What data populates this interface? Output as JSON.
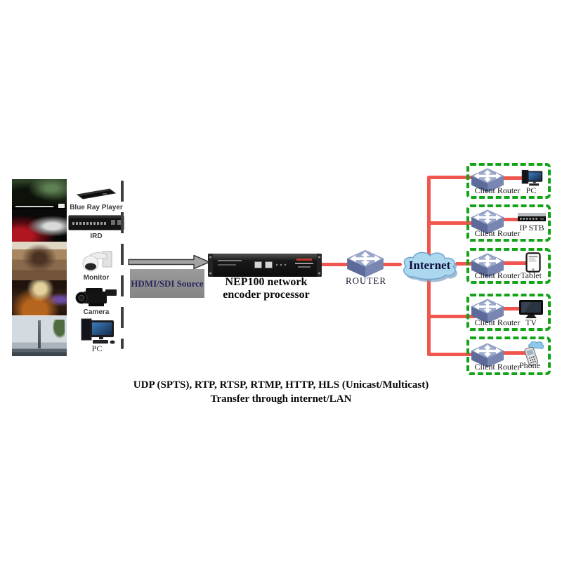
{
  "sources": {
    "devices": [
      {
        "label": "Blue Ray Player",
        "icon": "bluray-player-icon"
      },
      {
        "label": "IRD",
        "icon": "ird-receiver-icon"
      },
      {
        "label": "Monitor",
        "icon": "dome-camera-icon"
      },
      {
        "label": "Camera",
        "icon": "camcorder-icon"
      },
      {
        "label": "PC",
        "icon": "desktop-pc-icon"
      }
    ],
    "arrow_label": "HDMI/SDI Source"
  },
  "encoder": {
    "caption_line1": "NEP100 network",
    "caption_line2": "encoder processor"
  },
  "network": {
    "router_label": "ROUTER",
    "internet_label": "Internet"
  },
  "clients": [
    {
      "router_label": "Client Router",
      "device_label": "PC",
      "device_icon": "client-pc-icon"
    },
    {
      "router_label": "Client Router",
      "device_label": "IP STB",
      "device_icon": "ip-stb-icon"
    },
    {
      "router_label": "Client Router",
      "device_label": "Tablet",
      "device_icon": "tablet-icon"
    },
    {
      "router_label": "Client Router",
      "device_label": "TV",
      "device_icon": "tv-icon"
    },
    {
      "router_label": "Client Router",
      "device_label": "Phone",
      "device_icon": "phone-icon"
    }
  ],
  "footer": {
    "line1": "UDP (SPTS), RTP, RTSP, RTMP, HTTP, HLS (Unicast/Multicast)",
    "line2": "Transfer through internet/LAN"
  },
  "colors": {
    "connection_line": "#f0564d",
    "client_box_border": "#12a317",
    "cloud_fill": "#abd7ef",
    "source_box_fill": "#8f8f8f",
    "router_icon_top": "#9ba8cb"
  }
}
